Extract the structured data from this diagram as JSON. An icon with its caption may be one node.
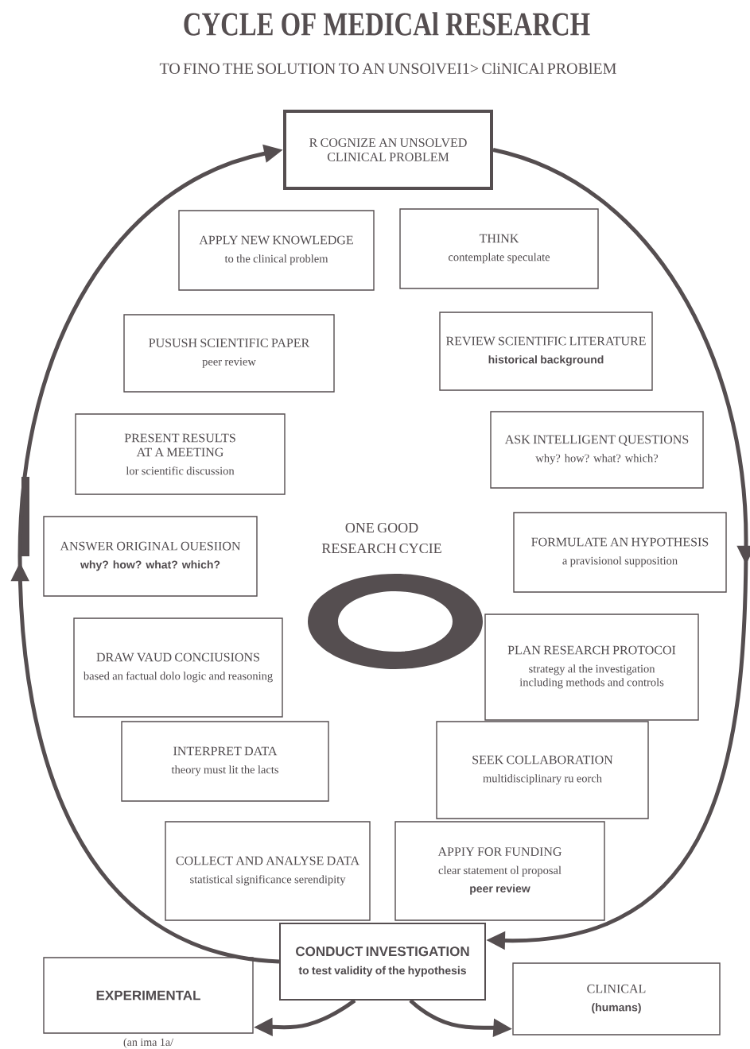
{
  "diagram": {
    "title": "CYCLE OF MEDICAl RESEARCH",
    "nodes": [
      {
        "text": [
          "R COGNIZE AN UNSOLVED CLINICAL PROBLEM"
        ]
      },
      {
        "text": [
          "APPLY NEW KNOWLEDGE",
          "to the clinical problem"
        ]
      },
      {
        "text": [
          "THINK",
          "contemplate speculate"
        ]
      },
      {
        "text": [
          "PUSUSH SCIENTIFIC PAPER",
          "peer review"
        ]
      },
      {
        "text": [
          "REVIEW SCIENTIFIC LITERATURE",
          "historical background"
        ]
      },
      {
        "text": [
          "PRESENT RESULTS AT A MEETING",
          "lor scientific discussion"
        ]
      },
      {
        "text": [
          "ASK INTELLIGENT QUESTIONS",
          "why? how? what? which?"
        ]
      },
      {
        "text": [
          "ANSWER ORIGINAL OUESIION",
          "why? how? what? which?"
        ]
      },
      {
        "text": [
          "FORMULATE AN HYPOTHESIS",
          "a pravisionol supposition"
        ]
      },
      {
        "text": [
          "DRAW VAUD CONCIUSIONS",
          "based an factual dolo logic and reasoning"
        ]
      },
      {
        "text": [
          "PLAN RESEARCH PROTOCOI",
          "strategy al the investigation including methods and controls"
        ]
      },
      {
        "text": [
          "INTERPRET DATA",
          "theory must lit the lacts"
        ]
      },
      {
        "text": [
          "SEEK COLLABORATION",
          "multidisciplinary ru eorch"
        ]
      },
      {
        "text": [
          "COLLECT AND ANALYSE DATA",
          "statistical significance serendipity"
        ]
      },
      {
        "text": [
          "APPIY FOR FUNDING",
          "clear statement ol proposal",
          "peer review"
        ]
      },
      {
        "text": [
          "CONDUCT INVESTIGATION",
          "to test validity of the hypothesis"
        ]
      },
      {
        "text": [
          "EXPERIMENTAL"
        ],
        "beside": [
          "(an ima 1a/"
        ]
      },
      {
        "text": [
          "CLINICAL",
          "(humans)"
        ]
      }
    ],
    "edges": [
      {
        "from": 15,
        "to": 0,
        "arrow": "to"
      },
      {
        "from": 0,
        "to": 15,
        "arrow": "to"
      },
      {
        "from": 15,
        "to": 16,
        "arrow": "to"
      },
      {
        "from": 15,
        "to": 17,
        "arrow": "to"
      }
    ],
    "labels": [
      "TO FINO THE SOLUTION TO AN UNSOlVEI1> CliNICAl PROBlEM",
      "ONE GOOD RESEARCH CYCIE"
    ]
  }
}
